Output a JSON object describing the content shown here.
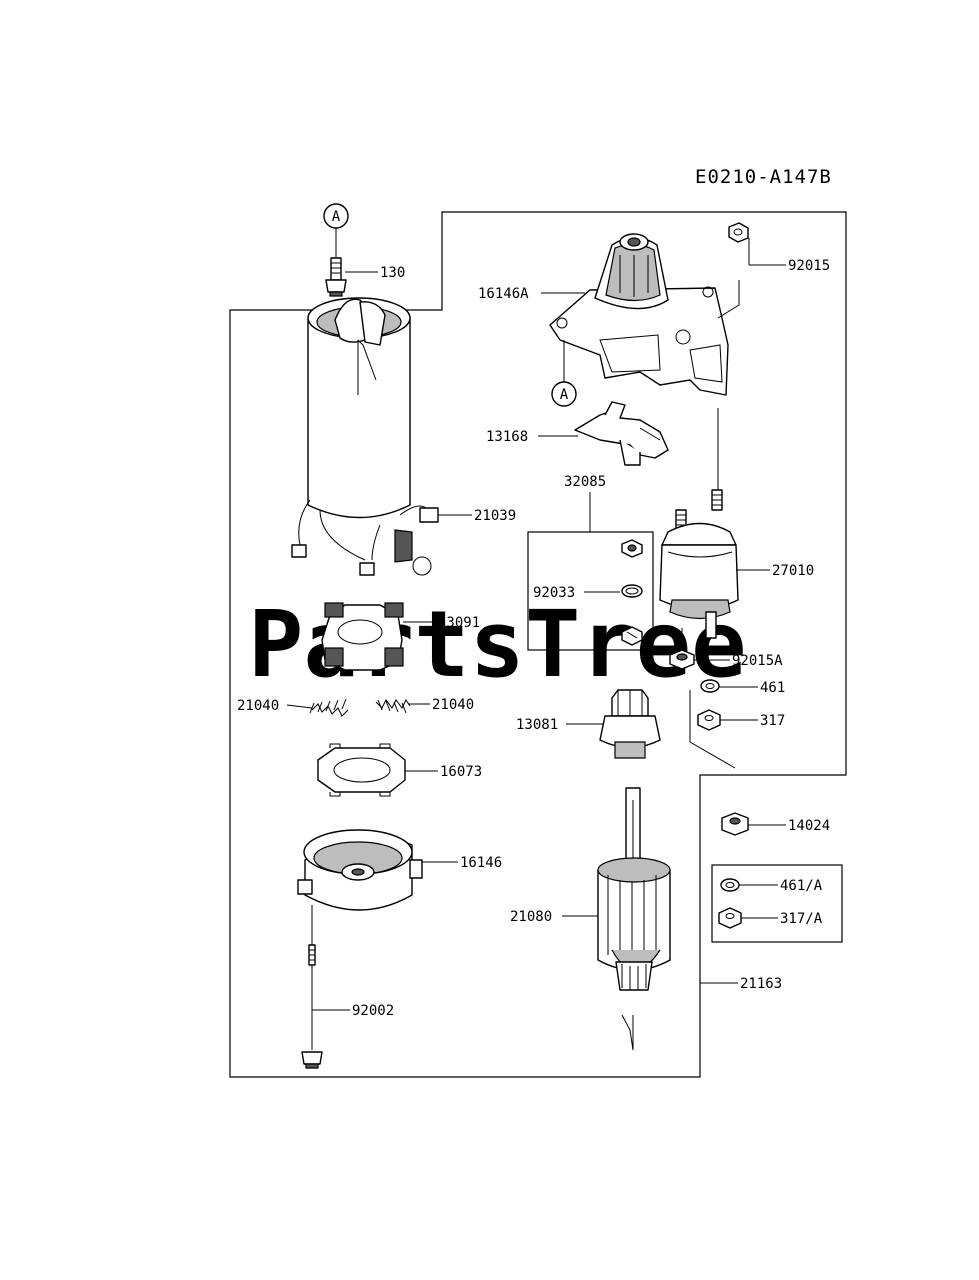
{
  "diagram_code": "E0210-A147B",
  "watermark": "PartsTree",
  "ref_marker": "A",
  "part_labels": {
    "p130": "130",
    "p92015": "92015",
    "p16146A": "16146A",
    "p13168": "13168",
    "p32085": "32085",
    "p21039": "21039",
    "p92033": "92033",
    "p27010": "27010",
    "p13091": "13091",
    "p92015A": "92015A",
    "p461": "461",
    "p21040a": "21040",
    "p21040b": "21040",
    "p317": "317",
    "p13081": "13081",
    "p16073": "16073",
    "p14024": "14024",
    "p16146": "16146",
    "p461A": "461/A",
    "p317A": "317/A",
    "p21080": "21080",
    "p21163": "21163",
    "p92002": "92002"
  }
}
